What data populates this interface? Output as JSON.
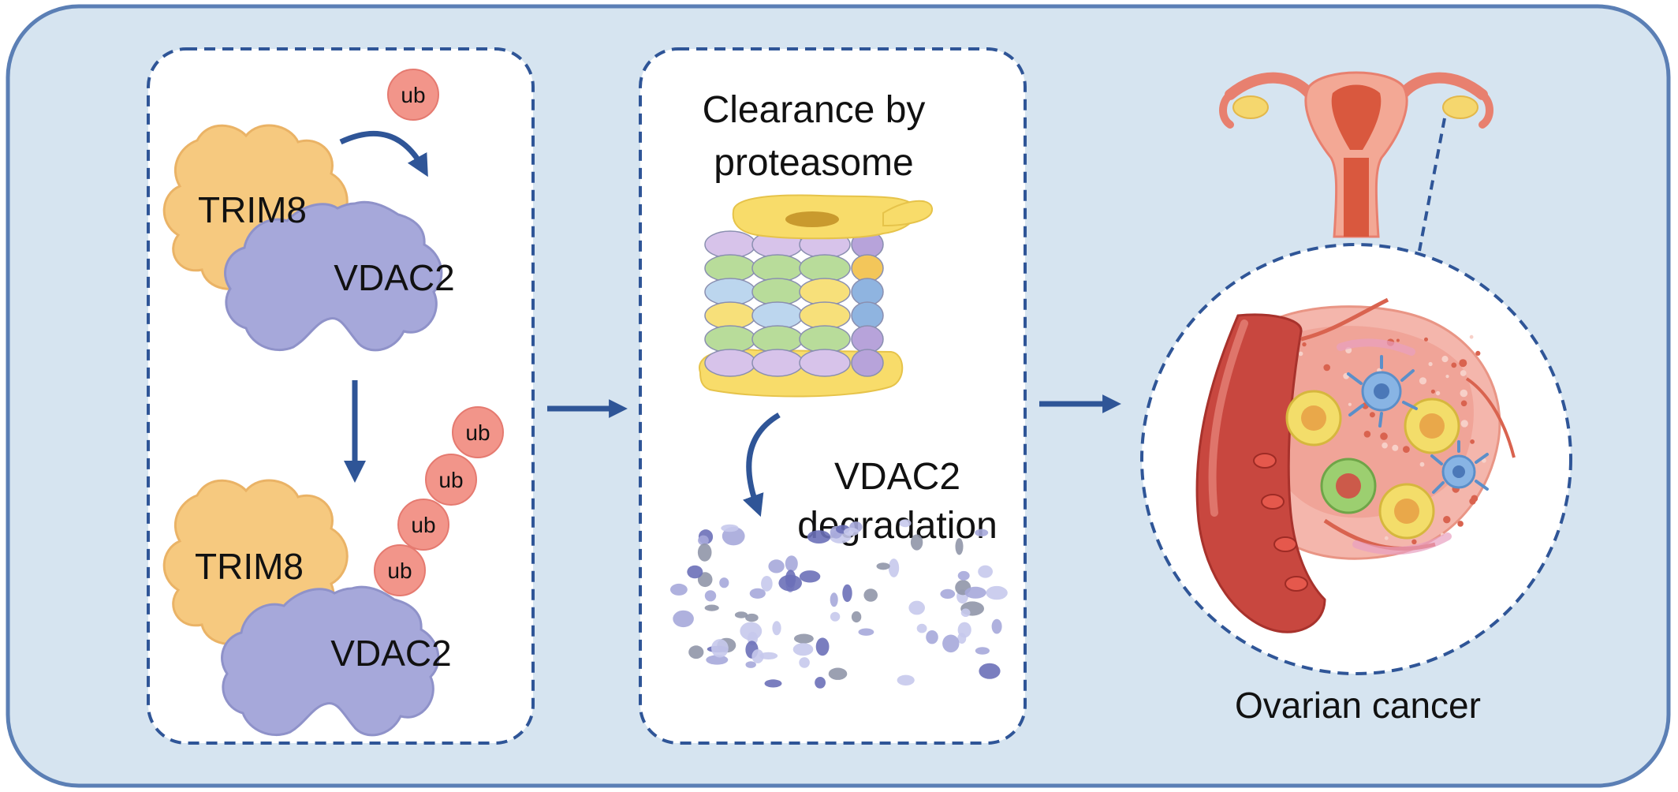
{
  "panel1": {
    "ub_single": "ub",
    "trim8_top": "TRIM8",
    "vdac2_top": "VDAC2",
    "ub_chain": [
      "ub",
      "ub",
      "ub",
      "ub"
    ],
    "trim8_bottom": "TRIM8",
    "vdac2_bottom": "VDAC2"
  },
  "panel2": {
    "title_line1": "Clearance by",
    "title_line2": "proteasome",
    "degradation_line1": "VDAC2",
    "degradation_line2": "degradation"
  },
  "panel3": {
    "label": "Ovarian cancer"
  },
  "colors": {
    "background": "#d6e4f0",
    "frame": "#5b7fb5",
    "dash": "#2f5597",
    "arrow": "#2f5597",
    "trim8": "#f6c97f",
    "vdac2": "#a6a8da",
    "ub": "#f2958a",
    "vessel": "#c8473f",
    "tumor": "#f0a9a0",
    "immune_blue": "#88b4e4",
    "cell_yellow": "#f3dd6a",
    "cell_green": "#9ccf70"
  }
}
